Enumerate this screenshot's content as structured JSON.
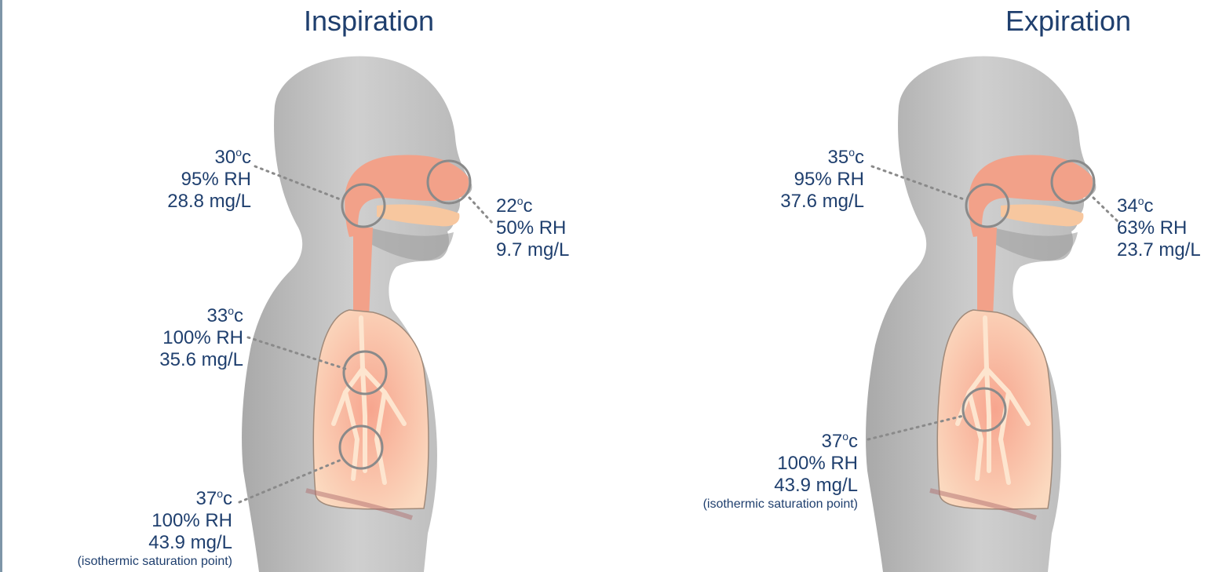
{
  "inspiration": {
    "title": "Inspiration",
    "labels": {
      "nasal": {
        "temp": "30",
        "temp_unit": "c",
        "rh": "95% RH",
        "abs": "28.8 mg/L"
      },
      "ambient": {
        "temp": "22",
        "temp_unit": "c",
        "rh": "50% RH",
        "abs": "9.7 mg/L"
      },
      "trachea": {
        "temp": "33",
        "temp_unit": "c",
        "rh": "100% RH",
        "abs": "35.6 mg/L"
      },
      "alveoli": {
        "temp": "37",
        "temp_unit": "c",
        "rh": "100% RH",
        "abs": "43.9 mg/L",
        "note": "(isothermic saturation point)"
      }
    }
  },
  "expiration": {
    "title": "Expiration",
    "labels": {
      "nasal": {
        "temp": "35",
        "temp_unit": "c",
        "rh": "95% RH",
        "abs": "37.6 mg/L"
      },
      "exhaled": {
        "temp": "34",
        "temp_unit": "c",
        "rh": "63% RH",
        "abs": "23.7 mg/L"
      },
      "lungs": {
        "temp": "37",
        "temp_unit": "c",
        "rh": "100% RH",
        "abs": "43.9 mg/L",
        "note": "(isothermic saturation point)"
      }
    }
  },
  "colors": {
    "text": "#1f3f6e",
    "body": "#bdbdbd",
    "airway": "#f2a189",
    "lung": "#f7c3a4",
    "circle": "#8a8a8a"
  }
}
